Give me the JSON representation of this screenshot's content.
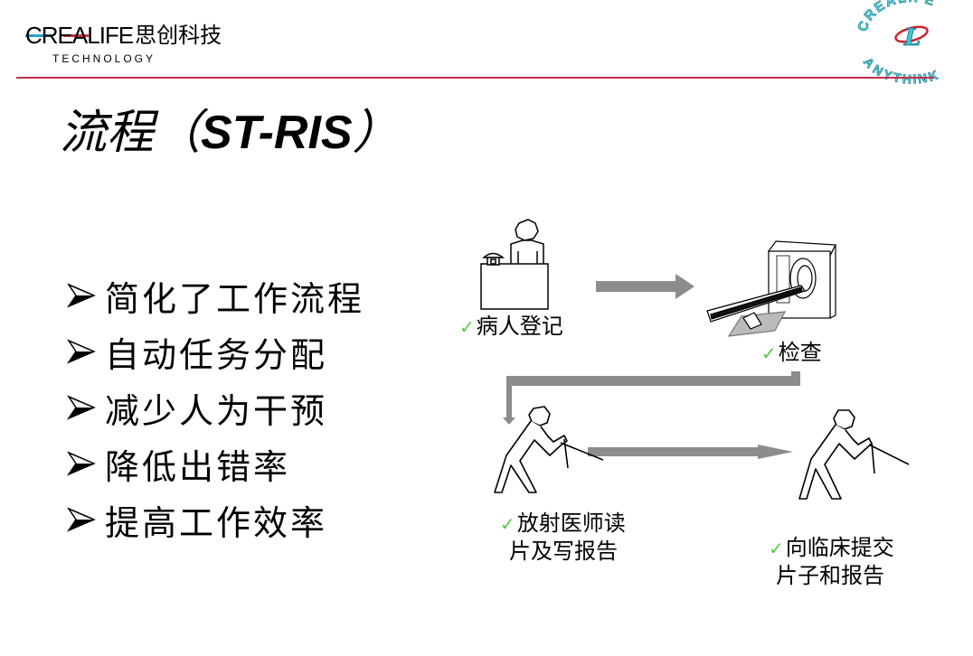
{
  "header": {
    "logo_brand": "CREALIFE",
    "logo_cn": "思创科技",
    "logo_sub": "TECHNOLOGY",
    "emblem_text_top": "CREALIFE",
    "emblem_text_bottom": "ANYTHINK",
    "emblem_letter": "L",
    "rule_color": "#c0304a"
  },
  "title": {
    "cn": "流程",
    "paren_open": "（",
    "en": "ST-RIS",
    "paren_close": "）"
  },
  "bullets": [
    {
      "text": "简化了工作流程",
      "icon": "arrowhead-bullet-icon"
    },
    {
      "text": "自动任务分配",
      "icon": "arrowhead-bullet-icon"
    },
    {
      "text": "减少人为干预",
      "icon": "arrowhead-bullet-icon"
    },
    {
      "text": "降低出错率",
      "icon": "arrowhead-bullet-icon"
    },
    {
      "text": "提高工作效率",
      "icon": "arrowhead-bullet-icon"
    }
  ],
  "workflow": {
    "check_mark": "✓",
    "check_color": "#55cc44",
    "arrow_color": "#8c8c8c",
    "steps": [
      {
        "label_lines": [
          "病人登记"
        ],
        "icon": "reception-desk-icon"
      },
      {
        "label_lines": [
          "检查"
        ],
        "icon": "ct-scanner-icon"
      },
      {
        "label_lines": [
          "放射医师读",
          "片及写报告"
        ],
        "icon": "radiologist-figure-icon"
      },
      {
        "label_lines": [
          "向临床提交",
          "片子和报告"
        ],
        "icon": "clinician-figure-icon"
      }
    ]
  }
}
